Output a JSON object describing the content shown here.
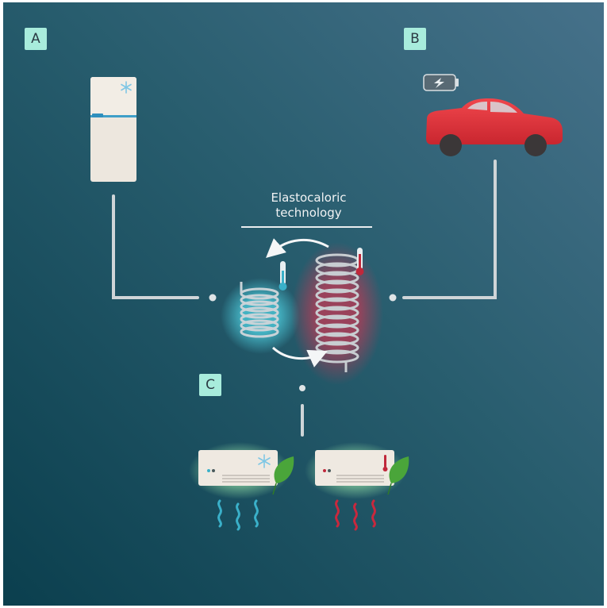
{
  "panels": {
    "a": "A",
    "b": "B",
    "c": "C"
  },
  "center_title_line1": "Elastocaloric",
  "center_title_line2": "technology",
  "colors": {
    "background_light": "#3e6b81",
    "background_dark": "#0c4250",
    "label_fill": "#a8ecdc",
    "connector": "#cfd5d8",
    "car_body": "#e0323a",
    "cold_glow": "#44b9cc",
    "hot_glow": "#b5384f",
    "appliance": "#ece6dc",
    "leaf": "#4aa53a"
  },
  "icons": [
    "fridge-icon",
    "snowflake-icon",
    "car-icon",
    "battery-icon",
    "lightning-icon",
    "cold-coil-icon",
    "hot-coil-icon",
    "thermometer-icon",
    "air-conditioner-icon",
    "leaf-icon",
    "cold-air-waves-icon",
    "heat-waves-icon",
    "cycle-arrow-icon"
  ]
}
